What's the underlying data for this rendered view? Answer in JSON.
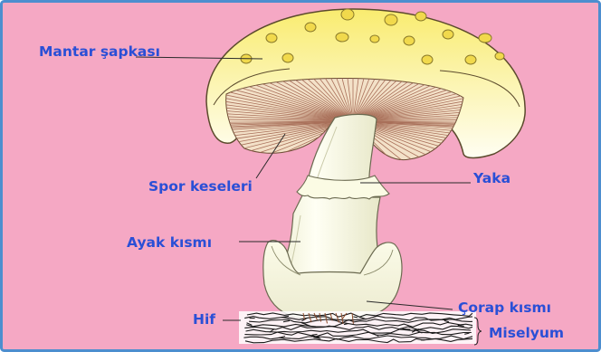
{
  "diagram": {
    "colors": {
      "background": "#f5a8c4",
      "frame": "#4d8ecf",
      "label_text": "#2a4fd6",
      "cap_yellow": "#f9ec7a",
      "stem": "#fbfbe6"
    },
    "labels": {
      "cap": "Mantar şapkası",
      "gills": "Spor keseleri",
      "ring": "Yaka",
      "stem": "Ayak kısmı",
      "volva": "Çorap kısmı",
      "hypha": "Hif",
      "mycelium": "Miselyum"
    }
  }
}
